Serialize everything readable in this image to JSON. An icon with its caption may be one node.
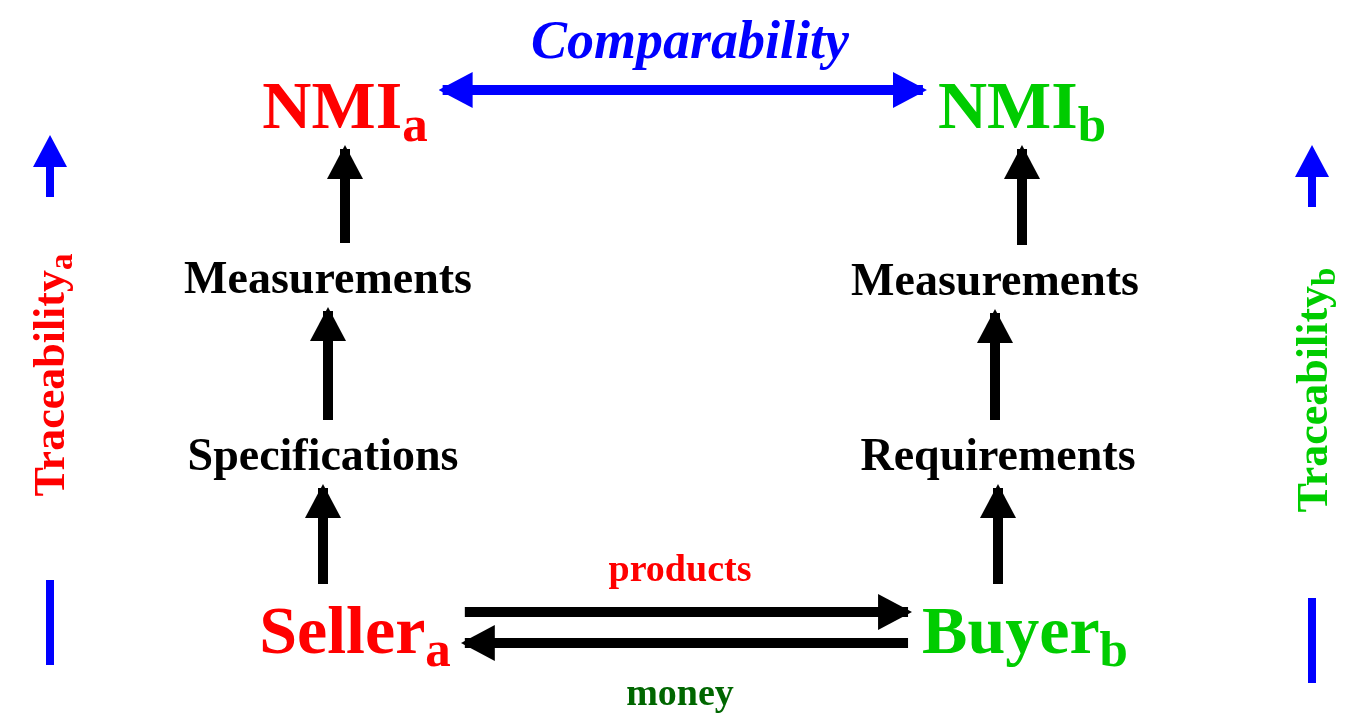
{
  "diagram": {
    "nodes": [
      {
        "text": [
          "NMI$_{a}$"
        ]
      },
      {
        "text": [
          "NMI$_{b}$"
        ]
      },
      {
        "text": [
          "Measurements"
        ]
      },
      {
        "text": [
          "Measurements"
        ]
      },
      {
        "text": [
          "Specifications"
        ]
      },
      {
        "text": [
          "Requirements"
        ]
      },
      {
        "text": [
          "Seller$_{a}$"
        ]
      },
      {
        "text": [
          "Buyer$_{b}$"
        ]
      }
    ],
    "edges": [
      {
        "from": 0,
        "to": 1,
        "arrow": "both",
        "label": "Comparability",
        "color": "#0000ff"
      },
      {
        "from": 2,
        "to": 0,
        "arrow": "to"
      },
      {
        "from": 4,
        "to": 2,
        "arrow": "to"
      },
      {
        "from": 6,
        "to": 4,
        "arrow": "to"
      },
      {
        "from": 3,
        "to": 1,
        "arrow": "to"
      },
      {
        "from": 5,
        "to": 3,
        "arrow": "to"
      },
      {
        "from": 7,
        "to": 5,
        "arrow": "to"
      },
      {
        "from": 6,
        "to": 7,
        "arrow": "to",
        "label": "products"
      },
      {
        "from": 7,
        "to": 6,
        "arrow": "to",
        "label": "money"
      }
    ],
    "labels": [
      "Traceability$_{a}$",
      "Traceability$_{b}$"
    ]
  }
}
